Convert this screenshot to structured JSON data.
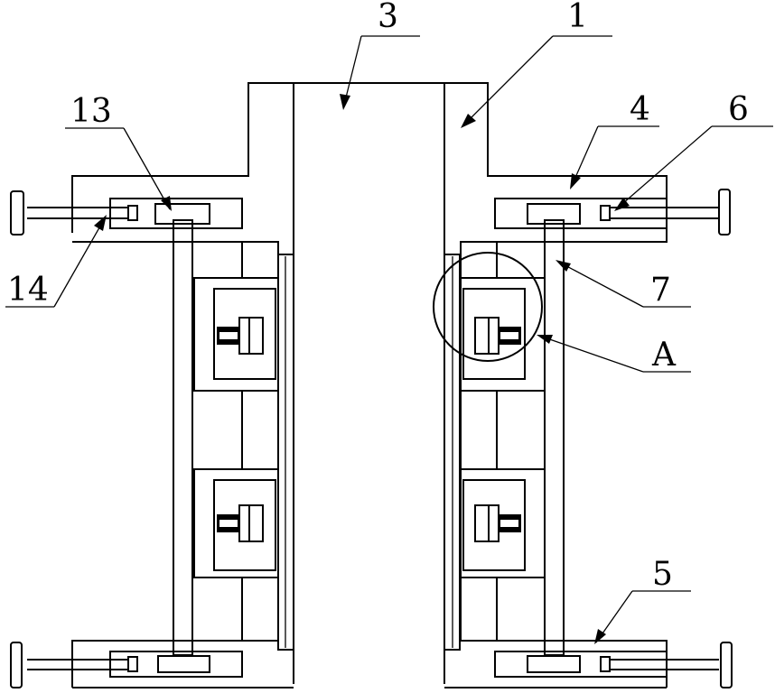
{
  "labels": {
    "l1": "1",
    "l3": "3",
    "l4": "4",
    "l5": "5",
    "l6": "6",
    "l7": "7",
    "l13": "13",
    "l14": "14",
    "lA": "A"
  }
}
